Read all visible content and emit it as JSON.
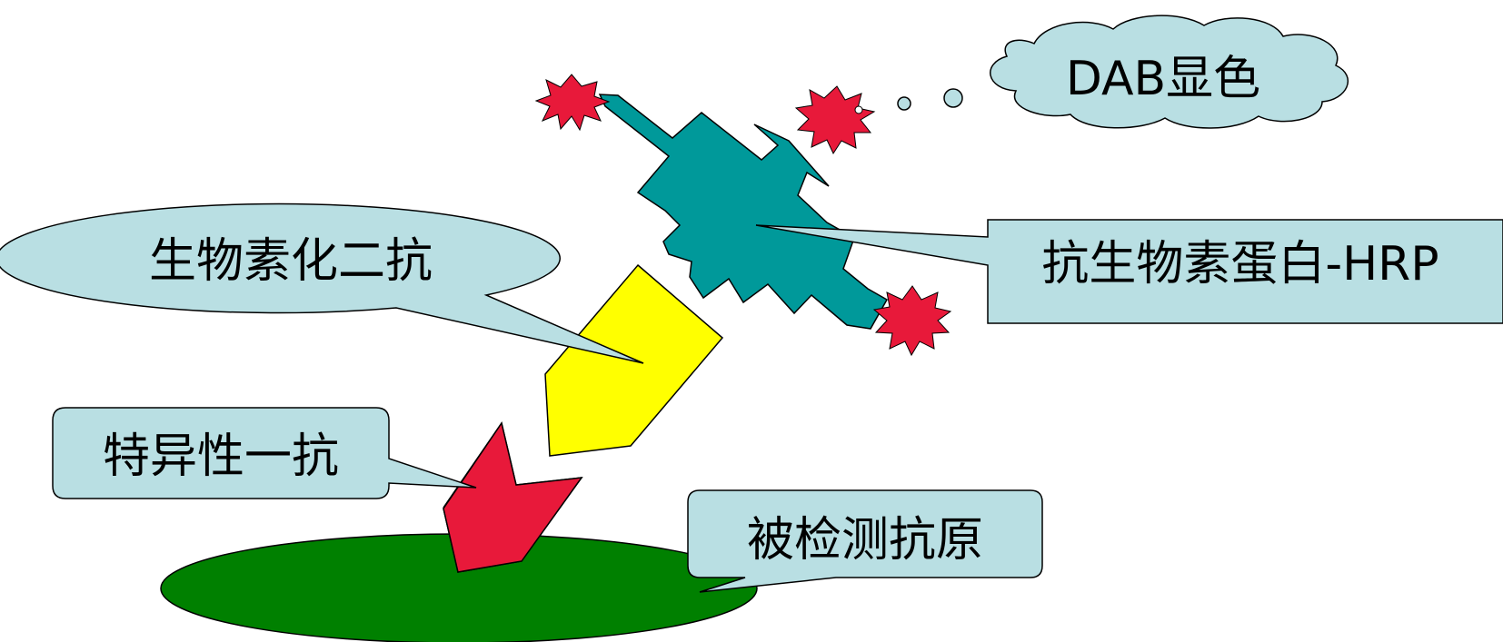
{
  "labels": {
    "dab": "DAB显色",
    "second_antibody": "生物素化二抗",
    "avidin_hrp": "抗生物素蛋白-HRP",
    "primary_antibody": "特异性一抗",
    "antigen": "被检测抗原"
  },
  "colors": {
    "callout_fill": "#b9dfe3",
    "callout_stroke": "#000000",
    "antigen_fill": "#008000",
    "primary_antibody_fill": "#e8193a",
    "second_antibody_fill": "#ffff00",
    "avidin_fill": "#00999a",
    "burst_fill": "#e8193a"
  }
}
